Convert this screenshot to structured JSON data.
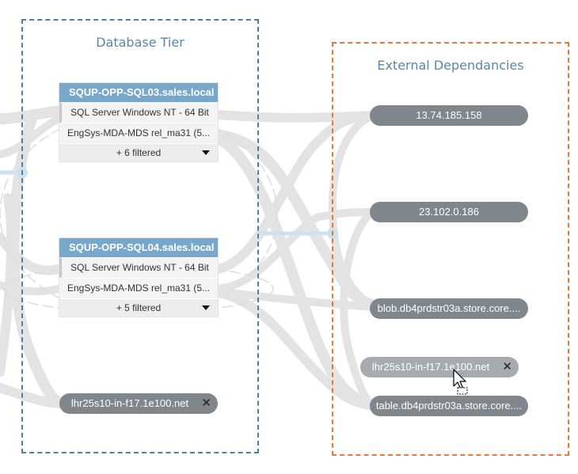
{
  "tiers": {
    "database": {
      "title": "Database Tier"
    },
    "external": {
      "title": "External Dependancies"
    }
  },
  "servers": [
    {
      "name": "SQUP-OPP-SQL03.sales.local",
      "rows": [
        "SQL Server Windows NT - 64 Bit",
        "EngSys-MDA-MDS rel_ma31 (5..."
      ],
      "more": "+ 6 filtered"
    },
    {
      "name": "SQUP-OPP-SQL04.sales.local",
      "rows": [
        "SQL Server Windows NT - 64 Bit",
        "EngSys-MDA-MDS rel_ma31 (5..."
      ],
      "more": "+ 5 filtered"
    }
  ],
  "db_dependency": {
    "label": "lhr25s10-in-f17.1e100.net",
    "close": "✕"
  },
  "external_dependencies": [
    {
      "label": "13.74.185.158"
    },
    {
      "label": "23.102.0.186"
    },
    {
      "label": "blob.db4prdstr03a.store.core...."
    },
    {
      "label": "lhr25s10-in-f17.1e100.net",
      "close": "✕"
    },
    {
      "label": "table.db4prdstr03a.store.core...."
    }
  ],
  "colors": {
    "db_border": "#4a7fa8",
    "ext_border": "#e8783a",
    "server_header": "#78a7cc",
    "pill": "#7f868c",
    "flow": "#e2e2e2",
    "flow_highlight": "#cfe0ee"
  }
}
